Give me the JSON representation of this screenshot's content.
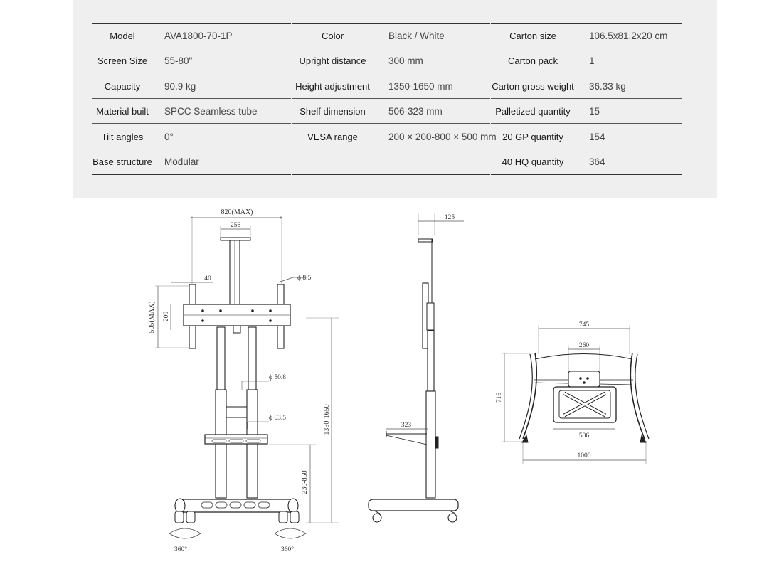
{
  "specs": {
    "col1": [
      {
        "label": "Model",
        "value": "AVA1800-70-1P"
      },
      {
        "label": "Screen Size",
        "value": "55-80\""
      },
      {
        "label": "Capacity",
        "value": "90.9 kg"
      },
      {
        "label": "Material built",
        "value": "SPCC Seamless tube"
      },
      {
        "label": "Tilt angles",
        "value": "0°"
      },
      {
        "label": "Base structure",
        "value": "Modular"
      }
    ],
    "col2": [
      {
        "label": "Color",
        "value": "Black / White"
      },
      {
        "label": "Upright distance",
        "value": "300 mm"
      },
      {
        "label": "Height adjustment",
        "value": "1350-1650 mm"
      },
      {
        "label": "Shelf dimension",
        "value": "506-323 mm"
      },
      {
        "label": "VESA range",
        "value": "200 × 200-800 × 500 mm"
      }
    ],
    "col3": [
      {
        "label": "Carton size",
        "value": "106.5x81.2x20 cm"
      },
      {
        "label": "Carton pack",
        "value": "1"
      },
      {
        "label": "Carton gross weight",
        "value": "36.33 kg"
      },
      {
        "label": "Palletized quantity",
        "value": "15"
      },
      {
        "label": "20 GP quantity",
        "value": "154"
      },
      {
        "label": "40 HQ quantity",
        "value": "364"
      }
    ]
  },
  "front_view": {
    "width_max": "820(MAX)",
    "vesa_w": "256",
    "bracket": "40",
    "hole": "ϕ 8.5",
    "height_max": "505(MAX)",
    "height_min": "200",
    "tube_top": "ϕ 50.8",
    "tube_bottom": "ϕ 63.5",
    "total_height": "1350-1650",
    "shelf_height": "230-850",
    "rotate_left": "360°",
    "rotate_right": "360°"
  },
  "side_view": {
    "depth_top": "125",
    "shelf_depth": "323"
  },
  "top_view": {
    "width": "745",
    "vesa": "260",
    "depth": "716",
    "shelf": "506",
    "base": "1000"
  }
}
